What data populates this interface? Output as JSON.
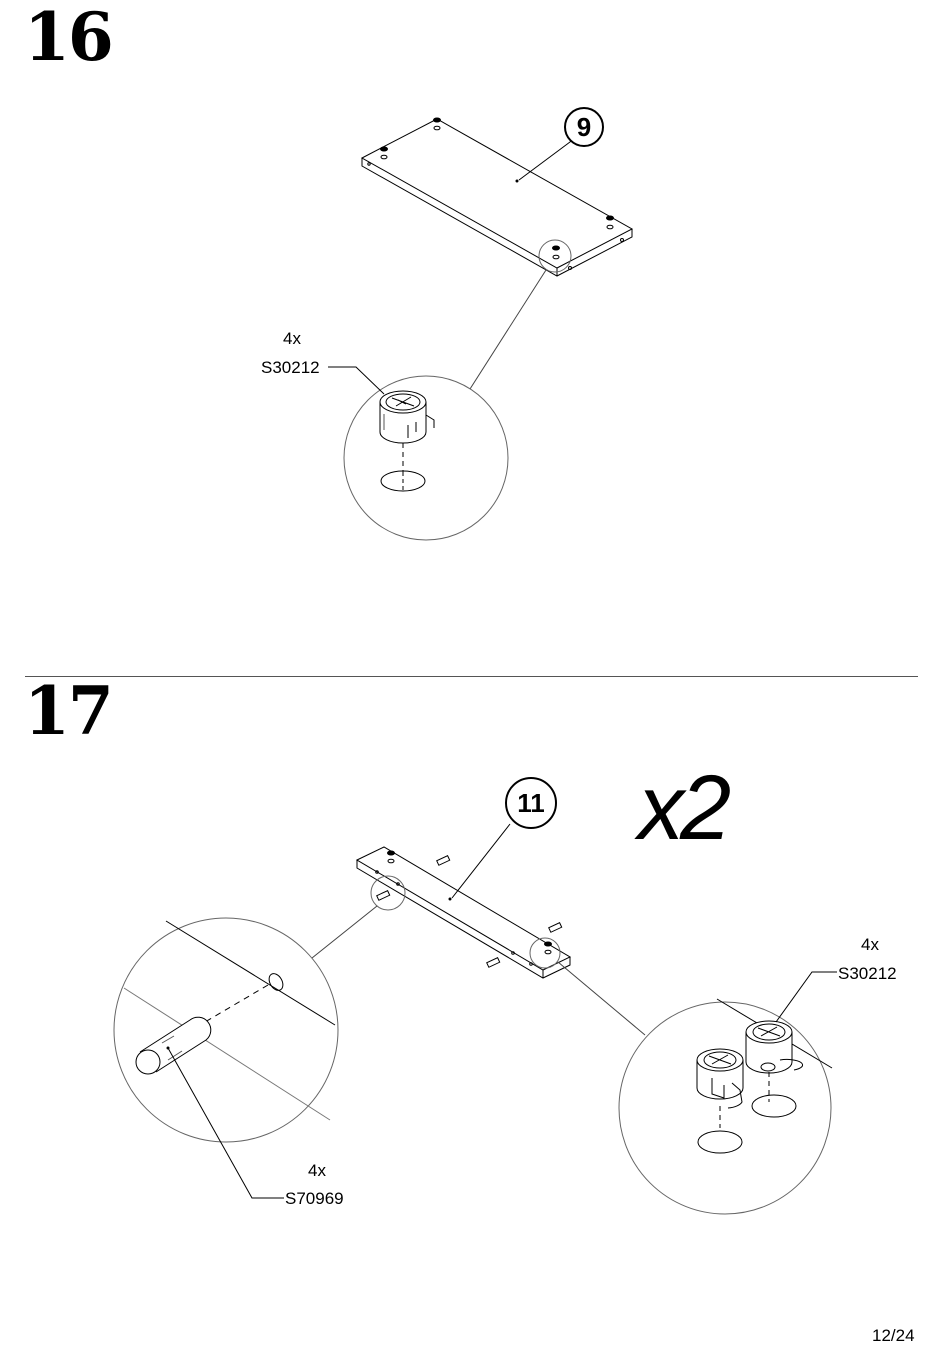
{
  "steps": [
    {
      "number": "16",
      "part_number": "9",
      "hardware": {
        "quantity": "4x",
        "code": "S30212"
      }
    },
    {
      "number": "17",
      "part_number": "11",
      "multiplier": "x2",
      "hardware_right": {
        "quantity": "4x",
        "code": "S30212"
      },
      "hardware_left": {
        "quantity": "4x",
        "code": "S70969"
      }
    }
  ],
  "page": {
    "label": "12/24"
  }
}
